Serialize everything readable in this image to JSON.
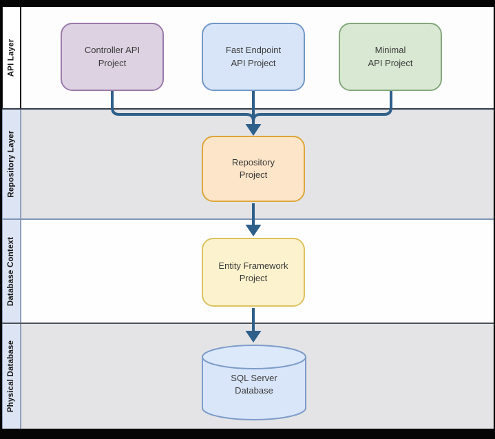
{
  "layers": [
    {
      "label": "API Layer",
      "band_bg": "#fdfdfd",
      "label_bg": "#ffffff"
    },
    {
      "label": "Repository Layer",
      "band_bg": "#e4e4e6",
      "label_bg": "#dde4f4"
    },
    {
      "label": "Database Context",
      "band_bg": "#fefefe",
      "label_bg": "#dde4f4"
    },
    {
      "label": "Physical Database",
      "band_bg": "#e4e4e6",
      "label_bg": "#dde4f4"
    }
  ],
  "nodes": [
    {
      "id": "controller-api-project",
      "label": "Controller API\nProject",
      "layer": "API Layer",
      "shape": "rounded-rect",
      "fill": "#ddd2e2",
      "border": "#9a7aa8"
    },
    {
      "id": "fast-endpoint-api-project",
      "label": "Fast Endpoint\nAPI Project",
      "layer": "API Layer",
      "shape": "rounded-rect",
      "fill": "#d8e5f8",
      "border": "#7297c6"
    },
    {
      "id": "minimal-api-project",
      "label": "Minimal\nAPI Project",
      "layer": "API Layer",
      "shape": "rounded-rect",
      "fill": "#d9e8d2",
      "border": "#84a87c"
    },
    {
      "id": "repository-project",
      "label": "Repository\nProject",
      "layer": "Repository Layer",
      "shape": "rounded-rect",
      "fill": "#fce5c9",
      "border": "#dca639"
    },
    {
      "id": "entity-framework-project",
      "label": "Entity Framework\nProject",
      "layer": "Database Context",
      "shape": "rounded-rect",
      "fill": "#fcf2cd",
      "border": "#dcc25f"
    },
    {
      "id": "sql-server-database",
      "label": "SQL Server\nDatabase",
      "layer": "Physical Database",
      "shape": "cylinder",
      "fill": "#d9e6f9",
      "border": "#7d9cc9"
    }
  ],
  "edges": [
    {
      "from": "controller-api-project",
      "to": "repository-project"
    },
    {
      "from": "fast-endpoint-api-project",
      "to": "repository-project"
    },
    {
      "from": "minimal-api-project",
      "to": "repository-project"
    },
    {
      "from": "repository-project",
      "to": "entity-framework-project"
    },
    {
      "from": "entity-framework-project",
      "to": "sql-server-database"
    }
  ],
  "arrow_color": "#2e608a"
}
